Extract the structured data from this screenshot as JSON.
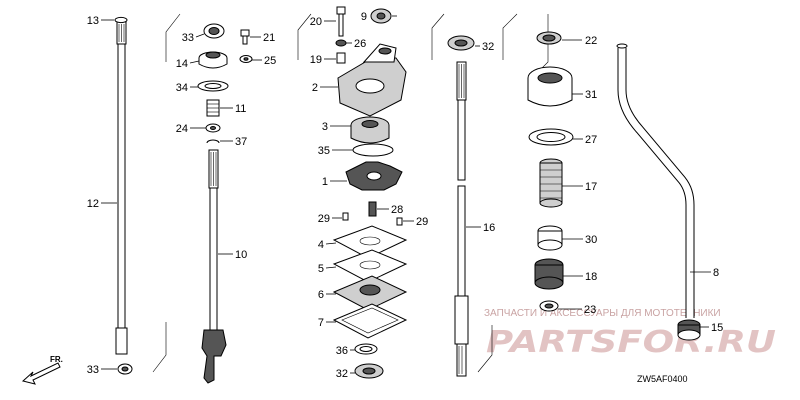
{
  "diagram_code": "ZW5AF0400",
  "direction_label": "FR.",
  "watermark": {
    "caption": "ЗАПЧАСТИ И АКСЕССУАРЫ ДЛЯ МОТОТЕХНИКИ",
    "brand": "PARTSFOR.RU"
  },
  "callouts": {
    "p13": "13",
    "p12": "12",
    "p33a": "33",
    "p33b": "33",
    "p14": "14",
    "p34": "34",
    "p11": "11",
    "p24": "24",
    "p37": "37",
    "p10": "10",
    "p21": "21",
    "p25": "25",
    "p20": "20",
    "p9": "9",
    "p26": "26",
    "p19": "19",
    "p2": "2",
    "p3": "3",
    "p35": "35",
    "p1": "1",
    "p29a": "29",
    "p28": "28",
    "p29b": "29",
    "p4": "4",
    "p5": "5",
    "p6": "6",
    "p7": "7",
    "p36": "36",
    "p32a": "32",
    "p32b": "32",
    "p16": "16",
    "p22": "22",
    "p31": "31",
    "p27": "27",
    "p17": "17",
    "p30": "30",
    "p18": "18",
    "p23": "23",
    "p8": "8",
    "p15": "15"
  }
}
